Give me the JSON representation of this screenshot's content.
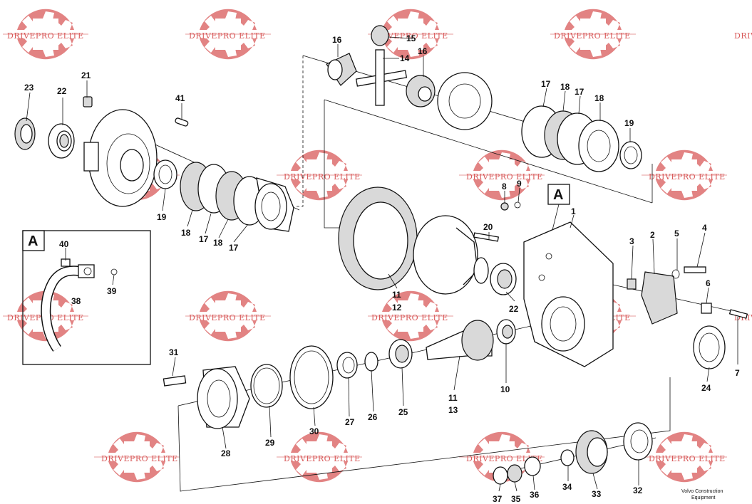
{
  "watermark": {
    "text": "DRIVEPRO ELITE",
    "color": "#d85a5a"
  },
  "detail_box": {
    "label": "A"
  },
  "view_marker": {
    "label": "A"
  },
  "footer": {
    "line1": "Volvo Construction",
    "line2": "Equipment"
  },
  "callouts": {
    "c1": "1",
    "c2": "2",
    "c3": "3",
    "c4": "4",
    "c5": "5",
    "c6": "6",
    "c7": "7",
    "c8": "8",
    "c9": "9",
    "c10": "10",
    "c11a": "11",
    "c12": "12",
    "c11b": "11",
    "c13": "13",
    "c14": "14",
    "c15": "15",
    "c16a": "16",
    "c16b": "16",
    "c17a": "17",
    "c18a": "18",
    "c17b": "17",
    "c18b": "18",
    "c19a": "19",
    "c17c": "17",
    "c18c": "18",
    "c17d": "17",
    "c18d": "18",
    "c19b": "19",
    "c20": "20",
    "c21": "21",
    "c22a": "22",
    "c22b": "22",
    "c23": "23",
    "c24": "24",
    "c25": "25",
    "c26": "26",
    "c27": "27",
    "c28": "28",
    "c29": "29",
    "c30": "30",
    "c31": "31",
    "c32": "32",
    "c33": "33",
    "c34": "34",
    "c35": "35",
    "c36": "36",
    "c37": "37",
    "c38": "38",
    "c39": "39",
    "c40": "40",
    "c41": "41"
  }
}
